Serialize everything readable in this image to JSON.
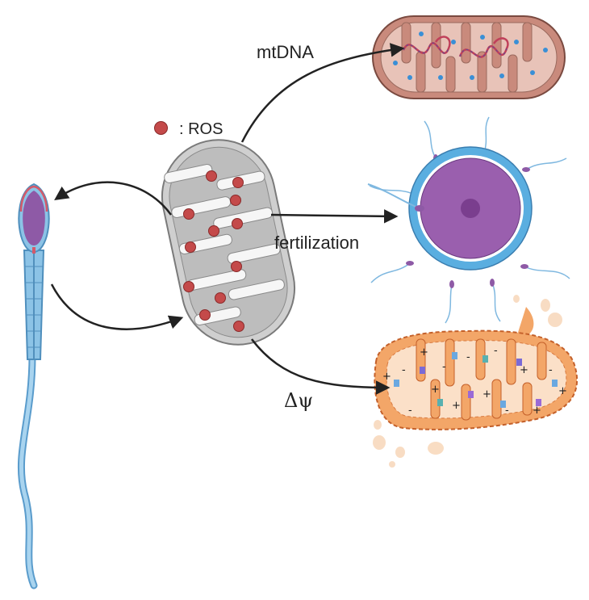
{
  "labels": {
    "mtdna": "mtDNA",
    "ros_legend": ": ROS",
    "fertilization": "fertilization",
    "delta_psi": "Δψ"
  },
  "colors": {
    "ros": "#c44a4a",
    "sperm": "#7fb8e0",
    "sperm_head": "#8e5aa6",
    "mito_gray": "#c9c9c9",
    "mito_red": "#c98a7c",
    "oocyte_ring": "#5aaee0",
    "oocyte_core": "#9a5fae",
    "mito_orange": "#f3a668"
  }
}
